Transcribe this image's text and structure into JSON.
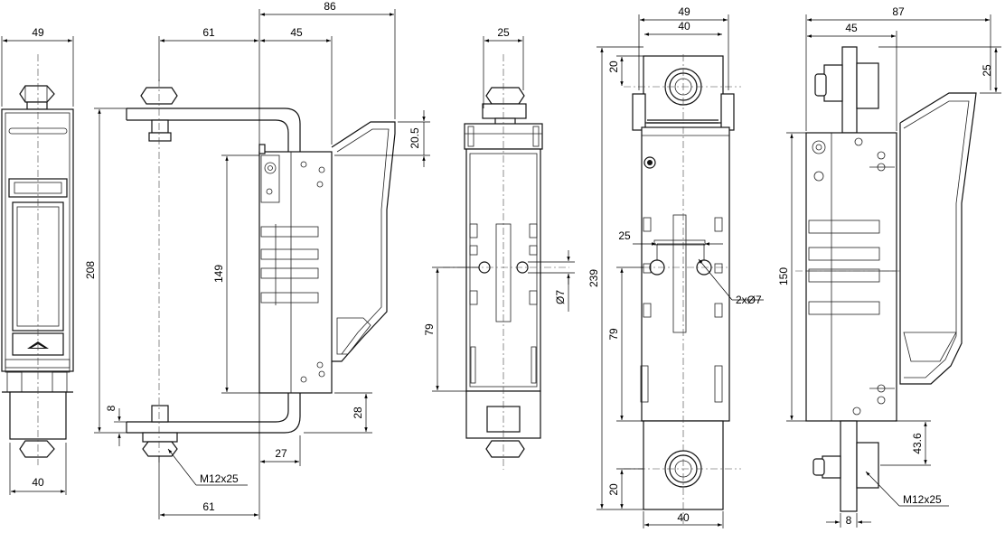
{
  "drawing": {
    "views": [
      "front-view",
      "side-view-handle",
      "side-view-narrow",
      "rear-view",
      "side-view-right"
    ]
  },
  "dims": {
    "v1_width_top": "49",
    "v1_width_bottom": "40",
    "v1_height": "208",
    "v2_handle_offset": "61",
    "v2_body_width": "45",
    "v2_overall_depth": "86",
    "v2_top_offset": "20.5",
    "v2_height": "149",
    "v2_bottom_offset": "28",
    "v2_plate": "8",
    "v2_lower_offset": "27",
    "v2_bottom_depth": "61",
    "v2_thread": "M12x25",
    "v3_width": "25",
    "v3_height": "79",
    "v3_hole": "Ø7",
    "v4_outer_width": "49",
    "v4_inner_width": "40",
    "v4_top_offset": "20",
    "v4_overall_height": "239",
    "v4_slot_width": "25",
    "v4_height": "79",
    "v4_holes": "2xØ7",
    "v4_bottom_offset": "20",
    "v4_bottom_width": "40",
    "v5_overall_depth": "87",
    "v5_body_depth": "45",
    "v5_top_offset": "25",
    "v5_height": "150",
    "v5_bottom_offset": "43.6",
    "v5_plate": "8",
    "v5_thread": "M12x25"
  }
}
